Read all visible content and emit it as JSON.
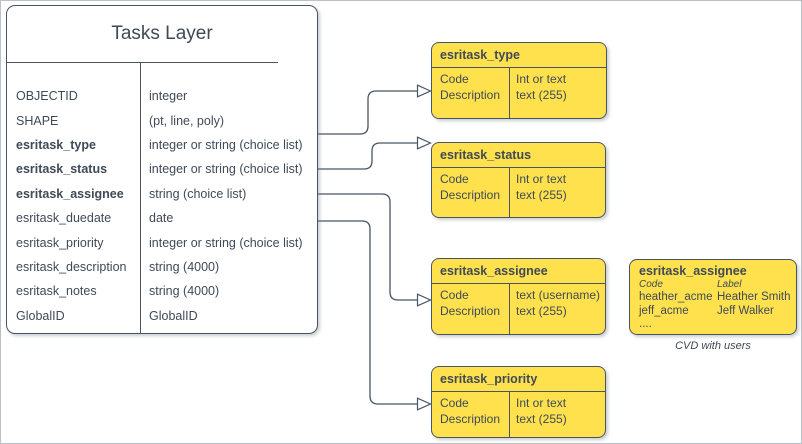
{
  "tasks_layer": {
    "title": "Tasks Layer",
    "fields": [
      {
        "name": "OBJECTID",
        "type": "integer"
      },
      {
        "name": "SHAPE",
        "type": "(pt, line, poly)"
      },
      {
        "name": "esritask_type",
        "type": "integer or string (choice list)"
      },
      {
        "name": "esritask_status",
        "type": "integer or string (choice list)"
      },
      {
        "name": "esritask_assignee",
        "type": "string (choice list)"
      },
      {
        "name": "esritask_duedate",
        "type": "date"
      },
      {
        "name": "esritask_priority",
        "type": "integer or string (choice list)"
      },
      {
        "name": "esritask_description",
        "type": "string (4000)"
      },
      {
        "name": "esritask_notes",
        "type": "string (4000)"
      },
      {
        "name": "GlobalID",
        "type": "GlobalID"
      }
    ]
  },
  "choice_tables": [
    {
      "title": "esritask_type",
      "left": [
        "Code",
        "Description"
      ],
      "right": [
        "Int or text",
        "text (255)"
      ]
    },
    {
      "title": "esritask_status",
      "left": [
        "Code",
        "Description"
      ],
      "right": [
        "Int or text",
        "text (255)"
      ]
    },
    {
      "title": "esritask_assignee",
      "left": [
        "Code",
        "Description"
      ],
      "right": [
        "text  (username)",
        "text (255)"
      ]
    },
    {
      "title": "esritask_priority",
      "left": [
        "Code",
        "Description"
      ],
      "right": [
        "Int or text",
        "text (255)"
      ]
    }
  ],
  "cvd": {
    "title": "esritask_assignee",
    "col_headers": [
      "Code",
      "Label"
    ],
    "rows": [
      [
        "heather_acme",
        "Heather Smith"
      ],
      [
        "jeff_acme",
        "Jeff Walker"
      ],
      [
        "....",
        ""
      ]
    ],
    "caption": "CVD with users"
  },
  "colors": {
    "choice_fill": "#ffe14d",
    "outline": "#4a5564",
    "text": "#3f4a57",
    "canvas_border": "#b9c2ca"
  }
}
